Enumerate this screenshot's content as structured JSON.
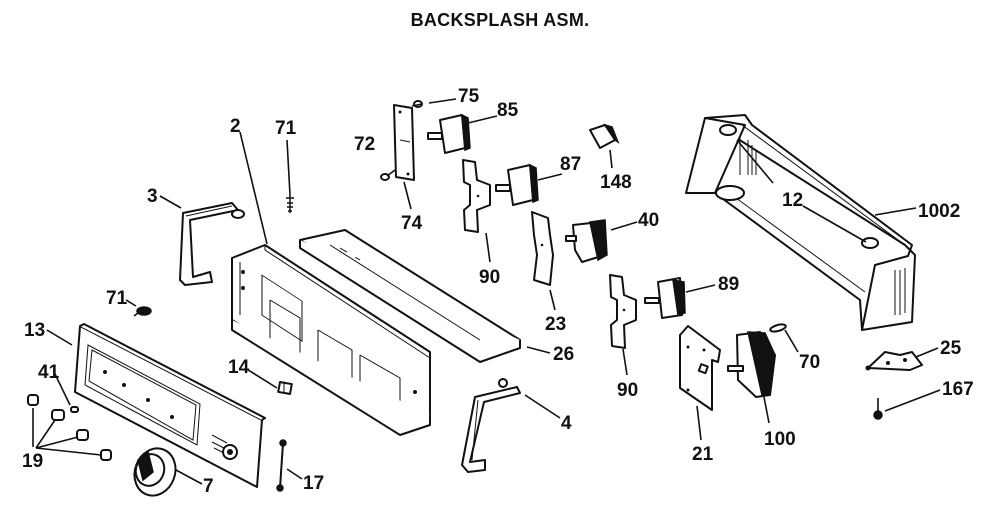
{
  "title": "BACKSPLASH ASM.",
  "callouts": {
    "p1002": "1002",
    "p12": "12",
    "p2": "2",
    "p3": "3",
    "p4": "4",
    "p7": "7",
    "p13": "13",
    "p14": "14",
    "p17": "17",
    "p19": "19",
    "p21": "21",
    "p23": "23",
    "p25": "25",
    "p26": "26",
    "p40": "40",
    "p41": "41",
    "p70": "70",
    "p71a": "71",
    "p71b": "71",
    "p72": "72",
    "p74": "74",
    "p75": "75",
    "p85": "85",
    "p87": "87",
    "p89": "89",
    "p90a": "90",
    "p90b": "90",
    "p100": "100",
    "p148": "148",
    "p167": "167"
  },
  "parts": [
    {
      "id": "2",
      "name": "control-panel-housing"
    },
    {
      "id": "3",
      "name": "end-cap-left"
    },
    {
      "id": "4",
      "name": "end-cap-right"
    },
    {
      "id": "7",
      "name": "timer-knob"
    },
    {
      "id": "12",
      "name": "mounting-pads"
    },
    {
      "id": "13",
      "name": "control-panel-faceplate"
    },
    {
      "id": "14",
      "name": "clip"
    },
    {
      "id": "17",
      "name": "light-bar"
    },
    {
      "id": "19",
      "name": "switch-knobs"
    },
    {
      "id": "21",
      "name": "timer-bracket"
    },
    {
      "id": "23",
      "name": "switch-bracket"
    },
    {
      "id": "25",
      "name": "clamp"
    },
    {
      "id": "26",
      "name": "panel-cover"
    },
    {
      "id": "40",
      "name": "switch"
    },
    {
      "id": "41",
      "name": "spring"
    },
    {
      "id": "70",
      "name": "pin"
    },
    {
      "id": "71",
      "name": "screw"
    },
    {
      "id": "72",
      "name": "screw"
    },
    {
      "id": "74",
      "name": "bracket"
    },
    {
      "id": "75",
      "name": "screw"
    },
    {
      "id": "85",
      "name": "rotary-switch"
    },
    {
      "id": "87",
      "name": "rotary-switch"
    },
    {
      "id": "89",
      "name": "rotary-switch"
    },
    {
      "id": "90",
      "name": "switch-bracket"
    },
    {
      "id": "100",
      "name": "timer"
    },
    {
      "id": "148",
      "name": "connector"
    },
    {
      "id": "167",
      "name": "screw"
    },
    {
      "id": "1002",
      "name": "backsplash-base"
    }
  ]
}
